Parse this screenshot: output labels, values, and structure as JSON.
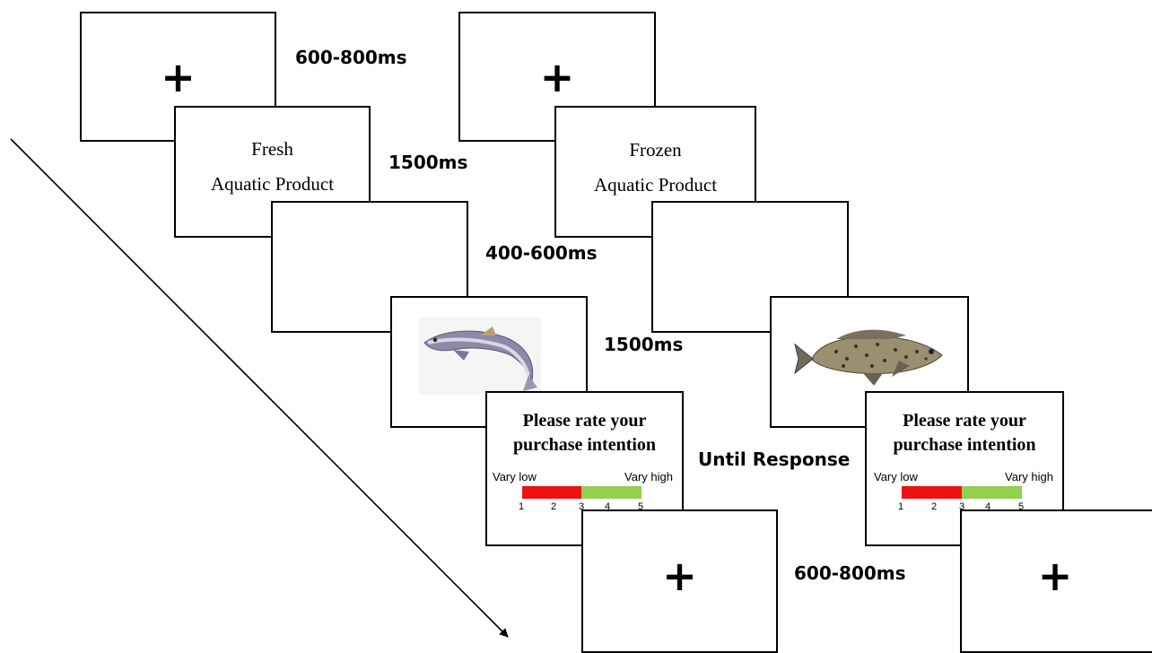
{
  "left_sequence": {
    "fixation_1": "+",
    "cue_line_1": "Fresh",
    "cue_line_2": "Aquatic Product",
    "image": "salmon-fish",
    "rating": {
      "question_line_1": "Please rate your",
      "question_line_2": "purchase intention",
      "low_label": "Vary low",
      "high_label": "Vary high",
      "ticks": [
        "1",
        "2",
        "3",
        "4",
        "5"
      ]
    },
    "fixation_2": "+"
  },
  "right_sequence": {
    "fixation_1": "+",
    "cue_line_1": "Frozen",
    "cue_line_2": "Aquatic Product",
    "image": "grouper-fish",
    "rating": {
      "question_line_1": "Please rate your",
      "question_line_2": "purchase intention",
      "low_label": "Vary low",
      "high_label": "Vary high",
      "ticks": [
        "1",
        "2",
        "3",
        "4",
        "5"
      ]
    },
    "fixation_2": "+"
  },
  "timings": {
    "fixation": "600-800ms",
    "cue": "1500ms",
    "blank": "400-600ms",
    "image": "1500ms",
    "rating": "Until Response",
    "fixation_end": "600-800ms"
  },
  "colors": {
    "scale_low": "#ee1111",
    "scale_high": "#92d050"
  }
}
